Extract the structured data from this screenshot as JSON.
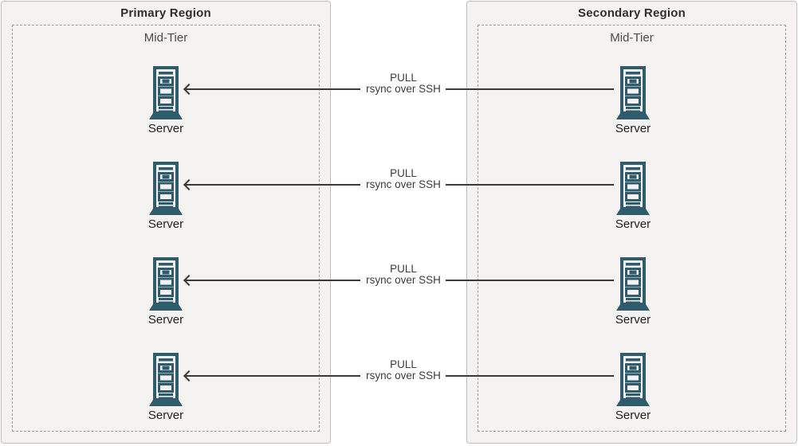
{
  "diagram": {
    "regions": [
      {
        "title": "Primary Region",
        "tier_label": "Mid-Tier",
        "servers": [
          "Server",
          "Server",
          "Server",
          "Server"
        ]
      },
      {
        "title": "Secondary Region",
        "tier_label": "Mid-Tier",
        "servers": [
          "Server",
          "Server",
          "Server",
          "Server"
        ]
      }
    ],
    "connections": [
      {
        "label_line1": "PULL",
        "label_line2": "rsync over SSH",
        "direction": "left"
      },
      {
        "label_line1": "PULL",
        "label_line2": "rsync over SSH",
        "direction": "left"
      },
      {
        "label_line1": "PULL",
        "label_line2": "rsync over SSH",
        "direction": "left"
      },
      {
        "label_line1": "PULL",
        "label_line2": "rsync over SSH",
        "direction": "left"
      }
    ],
    "colors": {
      "server_icon": "#2f5c6c",
      "region_background": "#f4f3f1",
      "region_border": "#c1beba",
      "dashed_border": "#9e9c99",
      "arrow": "#3a3a3a",
      "title_text": "#322d2a",
      "tier_text": "#4a4a4a",
      "server_label_text": "#1f1f1f"
    }
  }
}
